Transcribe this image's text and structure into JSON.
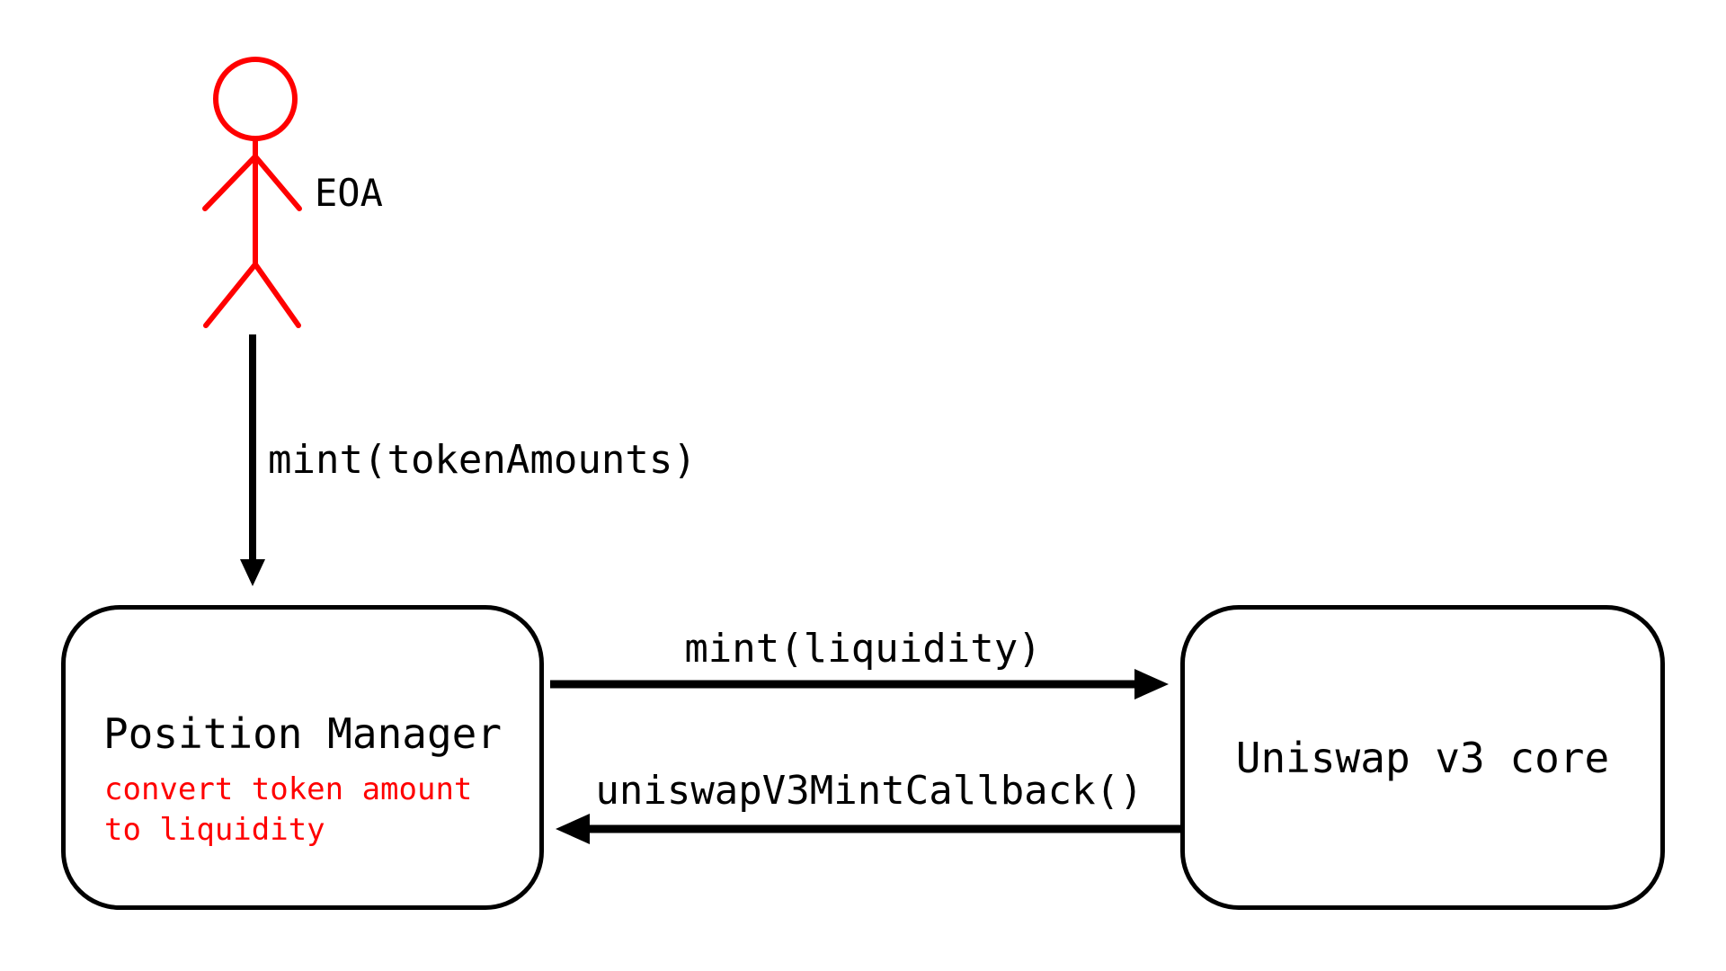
{
  "colors": {
    "background": "#ffffff",
    "line": "#000000",
    "actor": "#ff0000",
    "note": "#ff0000"
  },
  "actor": {
    "icon": "stick-figure",
    "label": "EOA"
  },
  "nodes": {
    "position_manager": {
      "title": "Position Manager",
      "note": "convert token amount\nto liquidity"
    },
    "uniswap_core": {
      "title": "Uniswap v3 core"
    }
  },
  "edges": {
    "eoa_to_pm": {
      "label": "mint(tokenAmounts)",
      "direction": "down"
    },
    "pm_to_core": {
      "label": "mint(liquidity)",
      "direction": "right"
    },
    "core_to_pm": {
      "label": "uniswapV3MintCallback()",
      "direction": "left"
    }
  }
}
